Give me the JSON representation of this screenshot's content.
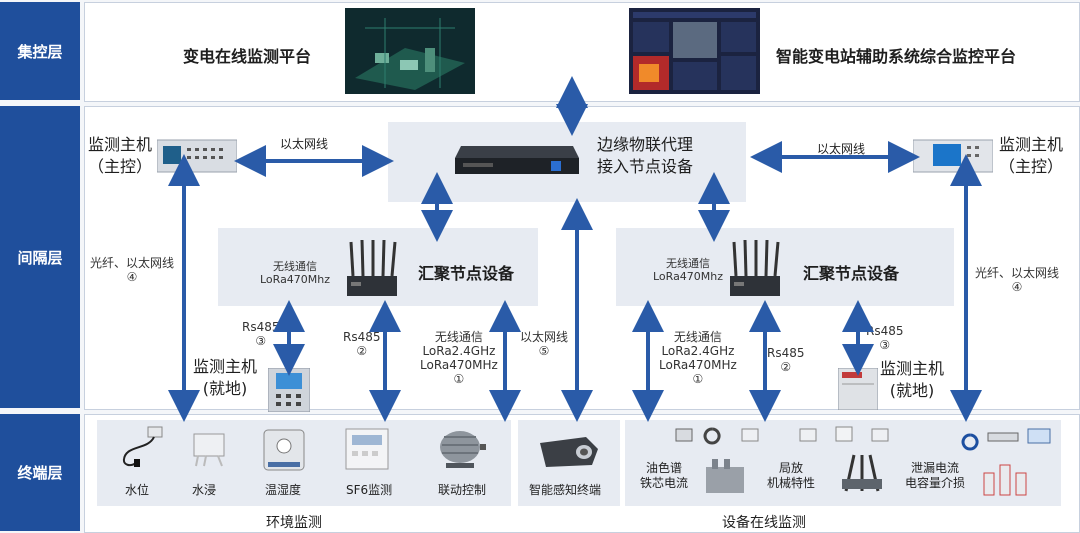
{
  "layers": {
    "top": "集控层",
    "middle": "间隔层",
    "bottom": "终端层"
  },
  "top_platforms": {
    "left": "变电在线监测平台",
    "right": "智能变电站辅助系统综合监控平台"
  },
  "edge_proxy": {
    "line1": "边缘物联代理",
    "line2": "接入节点设备"
  },
  "host_left": {
    "line1": "监测主机",
    "line2": "（主控）",
    "link": "以太网线"
  },
  "host_right": {
    "line1": "监测主机",
    "line2": "（主控）",
    "link": "以太网线"
  },
  "aggregator_left": {
    "title": "汇聚节点设备",
    "wireless1": "无线通信",
    "wireless2": "LoRa470Mhz"
  },
  "aggregator_right": {
    "title": "汇聚节点设备",
    "wireless1": "无线通信",
    "wireless2": "LoRa470Mhz"
  },
  "fiber_left": {
    "line1": "光纤、以太网线",
    "num": "④"
  },
  "fiber_right": {
    "line1": "光纤、以太网线",
    "num": "④"
  },
  "link_rs485_3_left": {
    "line1": "Rs485",
    "num": "③"
  },
  "link_rs485_2_left": {
    "line1": "Rs485",
    "num": "②"
  },
  "link_wireless_left": {
    "line1": "无线通信",
    "line2": "LoRa2.4GHz",
    "line3": "LoRa470MHz",
    "num": "①"
  },
  "link_ethernet_5": {
    "line1": "以太网线",
    "num": "⑤"
  },
  "link_wireless_right": {
    "line1": "无线通信",
    "line2": "LoRa2.4GHz",
    "line3": "LoRa470MHz",
    "num": "①"
  },
  "link_rs485_2_right": {
    "line1": "Rs485",
    "num": "②"
  },
  "link_rs485_3_right": {
    "line1": "Rs485",
    "num": "③"
  },
  "local_host_left": {
    "line1": "监测主机",
    "line2": "(就地)"
  },
  "local_host_right": {
    "line1": "监测主机",
    "line2": "(就地)"
  },
  "env_items": [
    "水位",
    "水浸",
    "温湿度",
    "SF6监测",
    "联动控制"
  ],
  "sensing_terminal": "智能感知终端",
  "online_groups": {
    "g1": {
      "line1": "油色谱",
      "line2": "铁芯电流"
    },
    "g2": {
      "line1": "局放",
      "line2": "机械特性"
    },
    "g3": {
      "line1": "泄漏电流",
      "line2": "电容量介损"
    }
  },
  "footer": {
    "env": "环境监测",
    "online": "设备在线监测"
  },
  "colors": {
    "layer_bg": "#1f4f9c",
    "arrow": "#2a5ba8",
    "group_bg": "#e7ebf2"
  }
}
